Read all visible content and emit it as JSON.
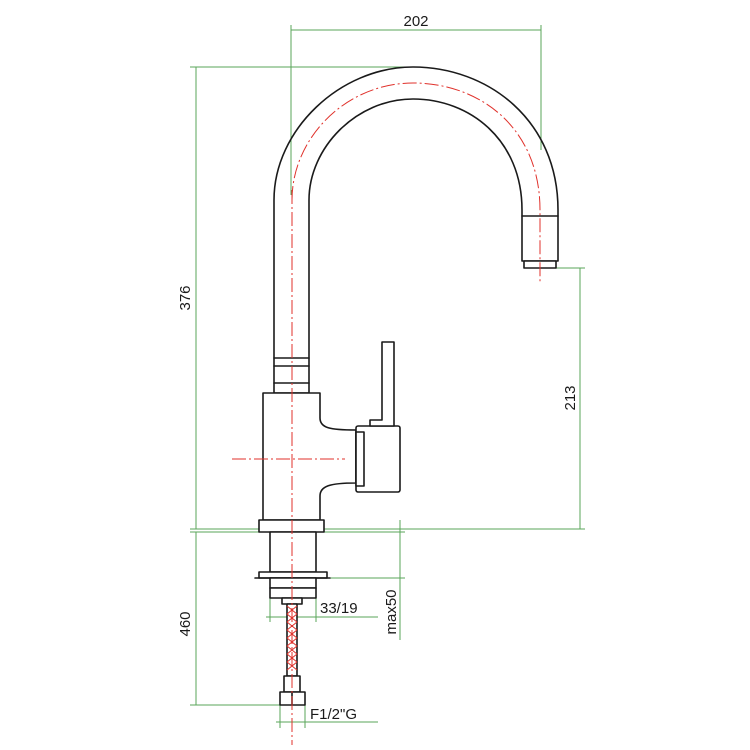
{
  "dimensions": {
    "spout_reach": "202",
    "total_height": "376",
    "outlet_height": "213",
    "below_deck_length": "460",
    "deck_thickness_max": "max50",
    "hole_diameter": "33/19",
    "connection_thread": "F1/2\"G"
  },
  "colors": {
    "outline": "#1a1a1a",
    "dimension_lines": "#5aa55a",
    "center_lines": "#e0312b"
  }
}
